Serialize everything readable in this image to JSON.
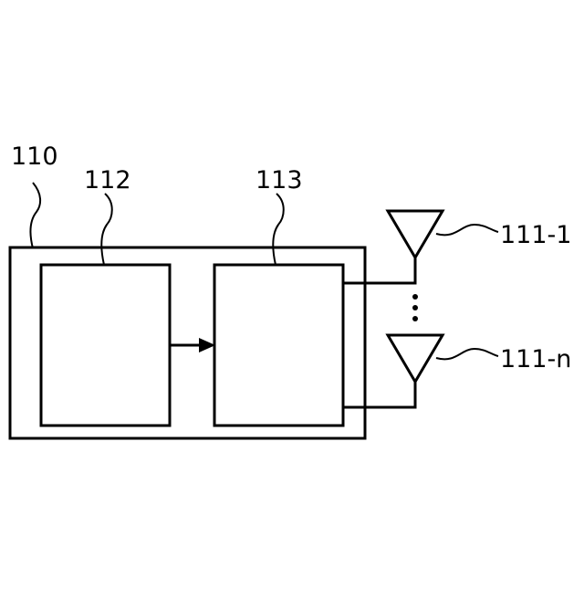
{
  "labels": {
    "outer_device": "110",
    "block_left": "112",
    "block_right": "113",
    "antenna_first": "111-1",
    "antenna_last": "111-n"
  },
  "colors": {
    "line": "#000000",
    "background": "#ffffff"
  }
}
